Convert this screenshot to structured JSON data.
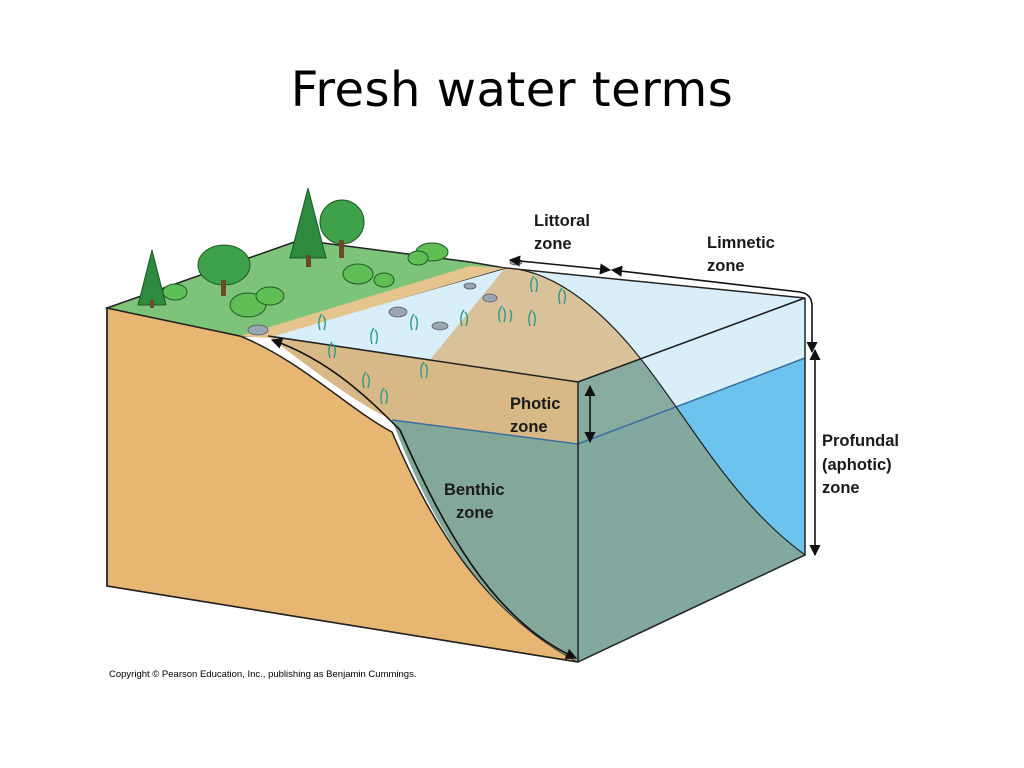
{
  "slide": {
    "title": "Fresh water terms",
    "copyright": "Copyright © Pearson Education, Inc., publishing as Benjamin Cummings."
  },
  "labels": {
    "littoral_line1": "Littoral",
    "littoral_line2": "zone",
    "limnetic_line1": "Limnetic",
    "limnetic_line2": "zone",
    "photic_line1": "Photic",
    "photic_line2": "zone",
    "benthic_line1": "Benthic",
    "benthic_line2": "zone",
    "profundal_line1": "Profundal",
    "profundal_line2": "(aphotic)",
    "profundal_line3": "zone"
  },
  "colors": {
    "soil": "#e8b673",
    "grass": "#7dc47a",
    "shore": "#e6c48e",
    "sky_water": "#d8effa",
    "deep_water": "#6cc3ee",
    "dark_water": "#83a89a",
    "tree_dark": "#2e8a3e",
    "tree_light": "#5fbf55"
  }
}
